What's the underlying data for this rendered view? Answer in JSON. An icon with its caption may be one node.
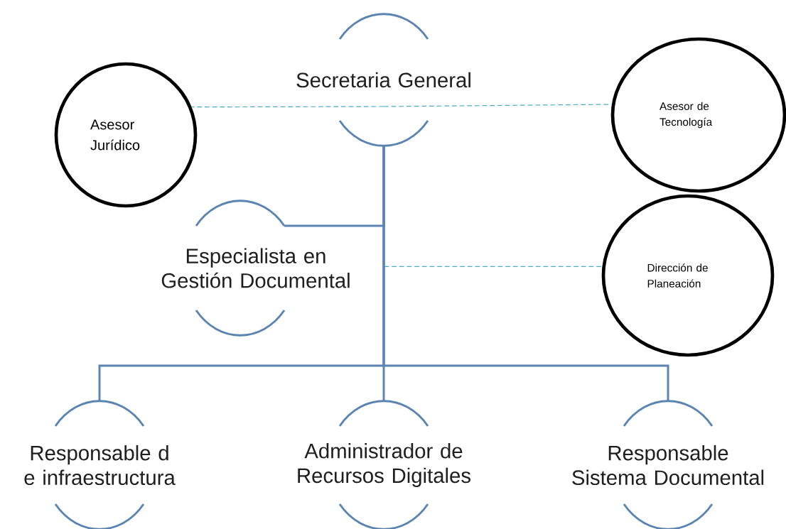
{
  "diagram": {
    "nodes": [
      {
        "text": [
          "Secretaria General"
        ]
      },
      {
        "text": [
          "Asesor Jurídico"
        ]
      },
      {
        "text": [
          "Asesor de Tecnología"
        ]
      },
      {
        "text": [
          "Especialista en Gestión Documental"
        ]
      },
      {
        "text": [
          "Dirección de Planeación"
        ]
      },
      {
        "text": [
          "Responsable d e infraestructura"
        ]
      },
      {
        "text": [
          "Administrador de Recursos Digitales"
        ]
      },
      {
        "text": [
          "Responsable Sistema Documental"
        ]
      }
    ],
    "edges": [
      {
        "from": 0,
        "to": 1,
        "arrow": "none",
        "style": "dashed",
        "color": "#4bacc6"
      },
      {
        "from": 0,
        "to": 2,
        "arrow": "none",
        "style": "dashed",
        "color": "#4bacc6"
      },
      {
        "from": 0,
        "to": 3,
        "arrow": "none"
      },
      {
        "from": 0,
        "to": 4,
        "arrow": "none",
        "style": "dashed",
        "color": "#4bacc6"
      },
      {
        "from": 0,
        "to": 5,
        "arrow": "none"
      },
      {
        "from": 0,
        "to": 6,
        "arrow": "none"
      },
      {
        "from": 0,
        "to": 7,
        "arrow": "none"
      }
    ]
  }
}
